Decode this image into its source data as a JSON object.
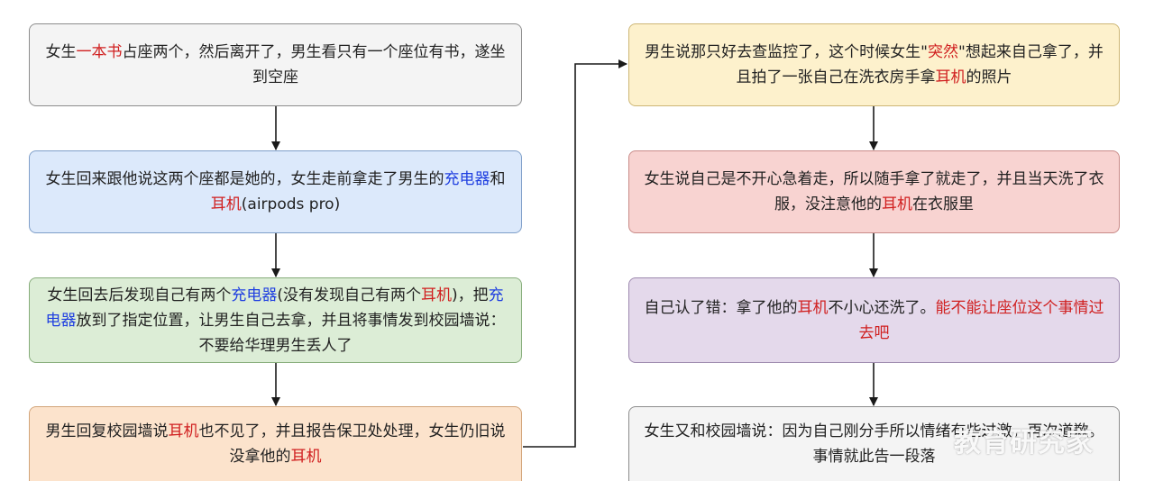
{
  "left": [
    {
      "id": "left1",
      "theme": "gray",
      "segments": [
        {
          "t": "女生",
          "c": "dark"
        },
        {
          "t": "一本书",
          "c": "red"
        },
        {
          "t": "占座两个，然后离开了，男生看只有一个座位有书，遂坐到空座",
          "c": "dark"
        }
      ]
    },
    {
      "id": "left2",
      "theme": "blue",
      "segments": [
        {
          "t": "女生回来跟他说这两个座都是她的，女生走前拿走了男生的",
          "c": "dark"
        },
        {
          "t": "充电器",
          "c": "blue"
        },
        {
          "t": "和",
          "c": "dark"
        },
        {
          "t": "耳机",
          "c": "red"
        },
        {
          "t": "(airpods pro)",
          "c": "dark"
        }
      ]
    },
    {
      "id": "left3",
      "theme": "green",
      "segments": [
        {
          "t": "女生回去后发现自己有两个",
          "c": "dark"
        },
        {
          "t": "充电器",
          "c": "blue"
        },
        {
          "t": "(没有发现自己有两个",
          "c": "dark"
        },
        {
          "t": "耳机",
          "c": "red"
        },
        {
          "t": ")，把",
          "c": "dark"
        },
        {
          "t": "充电器",
          "c": "blue"
        },
        {
          "t": "放到了指定位置，让男生自己去拿，并且将事情发到校园墙说：不要给华理男生丢人了",
          "c": "dark"
        }
      ]
    },
    {
      "id": "left4",
      "theme": "orange",
      "segments": [
        {
          "t": "男生回复校园墙说",
          "c": "dark"
        },
        {
          "t": "耳机",
          "c": "red"
        },
        {
          "t": "也不见了，并且报告保卫处处理，女生仍旧说没拿他的",
          "c": "dark"
        },
        {
          "t": "耳机",
          "c": "red"
        }
      ]
    }
  ],
  "right": [
    {
      "id": "right1",
      "theme": "yellow",
      "segments": [
        {
          "t": "男生说那只好去查监控了，这个时候女生\"",
          "c": "dark"
        },
        {
          "t": "突然",
          "c": "red"
        },
        {
          "t": "\"想起来自己拿了，并且拍了一张自己在洗衣房手拿",
          "c": "dark"
        },
        {
          "t": "耳机",
          "c": "red"
        },
        {
          "t": "的照片",
          "c": "dark"
        }
      ]
    },
    {
      "id": "right2",
      "theme": "red",
      "segments": [
        {
          "t": "女生说自己是不开心急着走，所以随手拿了就走了，并且当天洗了衣服，没注意他的",
          "c": "dark"
        },
        {
          "t": "耳机",
          "c": "red"
        },
        {
          "t": "在衣服里",
          "c": "dark"
        }
      ]
    },
    {
      "id": "right3",
      "theme": "purple",
      "segments": [
        {
          "t": "自己认了错：拿了他的",
          "c": "dark"
        },
        {
          "t": "耳机",
          "c": "red"
        },
        {
          "t": "不小心还洗了。",
          "c": "dark"
        },
        {
          "t": "能不能让座位这个事情过去吧",
          "c": "red"
        }
      ]
    },
    {
      "id": "right4",
      "theme": "gray",
      "segments": [
        {
          "t": "女生又和校园墙说：因为自己刚分手所以情绪有些过激，再次道歉。事情就此告一段落",
          "c": "dark"
        }
      ]
    }
  ],
  "watermark": "教育研究家",
  "colors": {
    "arrow": "#1a1a1a",
    "red_text": "#d01f1f",
    "blue_text": "#1f3fe0"
  }
}
